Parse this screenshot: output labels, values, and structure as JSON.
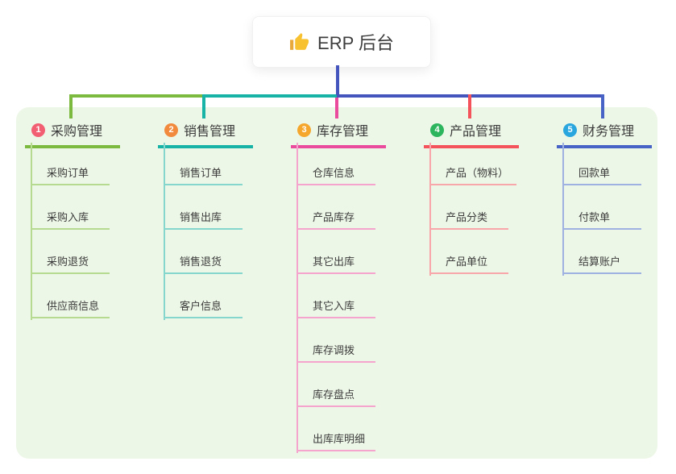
{
  "root": {
    "label": "ERP 后台",
    "icon": "thumbs-up-icon"
  },
  "connector_color": "#4456bd",
  "panel_color": "#edf7e7",
  "branches": [
    {
      "num": "1",
      "label": "采购管理",
      "badge_color": "#f25e72",
      "line_color": "#7cb93f",
      "child_line_color": "#b5da90",
      "children": [
        "采购订单",
        "采购入库",
        "采购退货",
        "供应商信息"
      ]
    },
    {
      "num": "2",
      "label": "销售管理",
      "badge_color": "#f28a3d",
      "line_color": "#16b3a6",
      "child_line_color": "#85d6cd",
      "children": [
        "销售订单",
        "销售出库",
        "销售退货",
        "客户信息"
      ]
    },
    {
      "num": "3",
      "label": "库存管理",
      "badge_color": "#f5a72d",
      "line_color": "#ea4b9d",
      "child_line_color": "#f5a5cd",
      "children": [
        "仓库信息",
        "产品库存",
        "其它出库",
        "其它入库",
        "库存调拨",
        "库存盘点",
        "出库库明细"
      ]
    },
    {
      "num": "4",
      "label": "产品管理",
      "badge_color": "#2db55d",
      "line_color": "#f4535c",
      "child_line_color": "#f8a6aa",
      "children": [
        "产品（物料）",
        "产品分类",
        "产品单位"
      ]
    },
    {
      "num": "5",
      "label": "财务管理",
      "badge_color": "#2aa6de",
      "line_color": "#4763c5",
      "child_line_color": "#9fb1e1",
      "children": [
        "回款单",
        "付款单",
        "结算账户"
      ]
    }
  ]
}
